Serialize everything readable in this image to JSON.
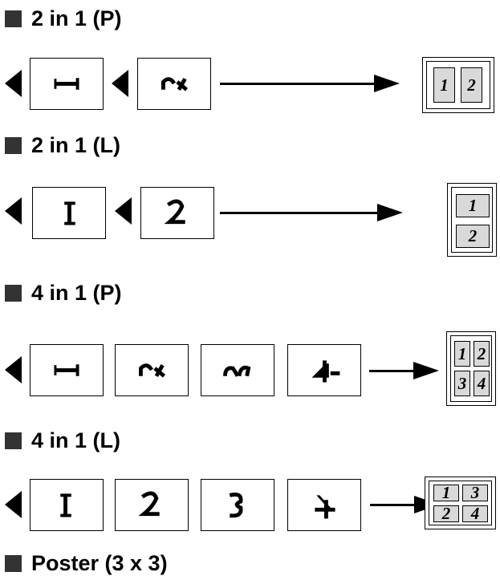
{
  "headings": {
    "two_in_one_portrait": "2 in 1 (P)",
    "two_in_one_landscape": "2 in 1 (L)",
    "four_in_one_portrait": "4 in 1 (P)",
    "four_in_one_landscape": "4 in 1 (L)",
    "poster": "Poster (3 x 3)"
  },
  "pages": {
    "p1": "1",
    "p2": "2",
    "p3": "3",
    "p4": "4"
  },
  "colors": {
    "page_fill": "#d9d9d9",
    "bullet": "#333333"
  },
  "icons": {
    "bullet": "square-bullet-icon",
    "feed": "left-triangle-icon",
    "output": "right-arrow-icon"
  }
}
